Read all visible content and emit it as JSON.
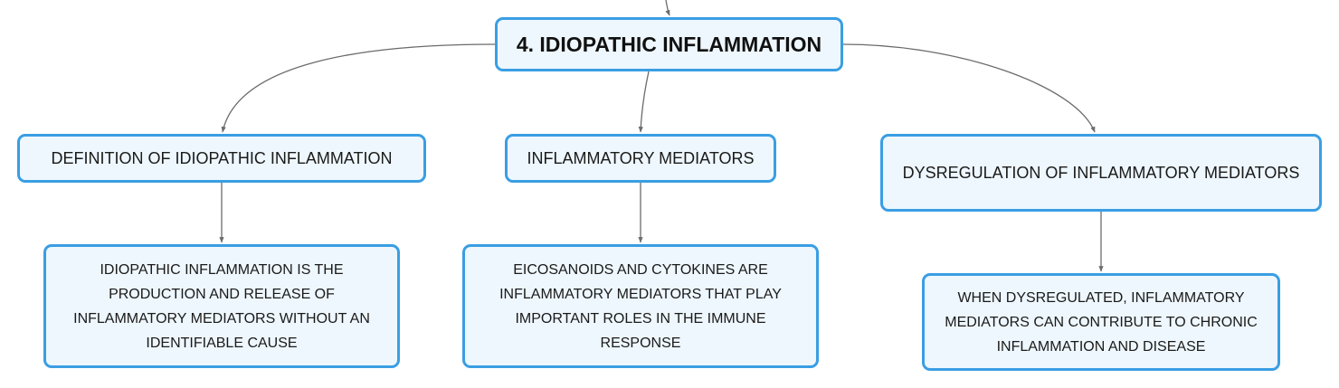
{
  "colors": {
    "node_border": "#3a9ee3",
    "node_fill": "#eef7fd",
    "connector": "#6b6b6b"
  },
  "diagram": {
    "root": {
      "label": "4. IDIOPATHIC INFLAMMATION"
    },
    "branches": [
      {
        "label": "DEFINITION OF IDIOPATHIC INFLAMMATION",
        "detail": "IDIOPATHIC INFLAMMATION IS THE PRODUCTION AND RELEASE OF INFLAMMATORY MEDIATORS WITHOUT AN IDENTIFIABLE CAUSE"
      },
      {
        "label": "INFLAMMATORY MEDIATORS",
        "detail": "EICOSANOIDS AND CYTOKINES ARE INFLAMMATORY MEDIATORS THAT PLAY IMPORTANT ROLES IN THE IMMUNE RESPONSE"
      },
      {
        "label": "DYSREGULATION OF INFLAMMATORY MEDIATORS",
        "detail": "WHEN DYSREGULATED, INFLAMMATORY MEDIATORS CAN CONTRIBUTE TO CHRONIC INFLAMMATION AND DISEASE"
      }
    ]
  }
}
